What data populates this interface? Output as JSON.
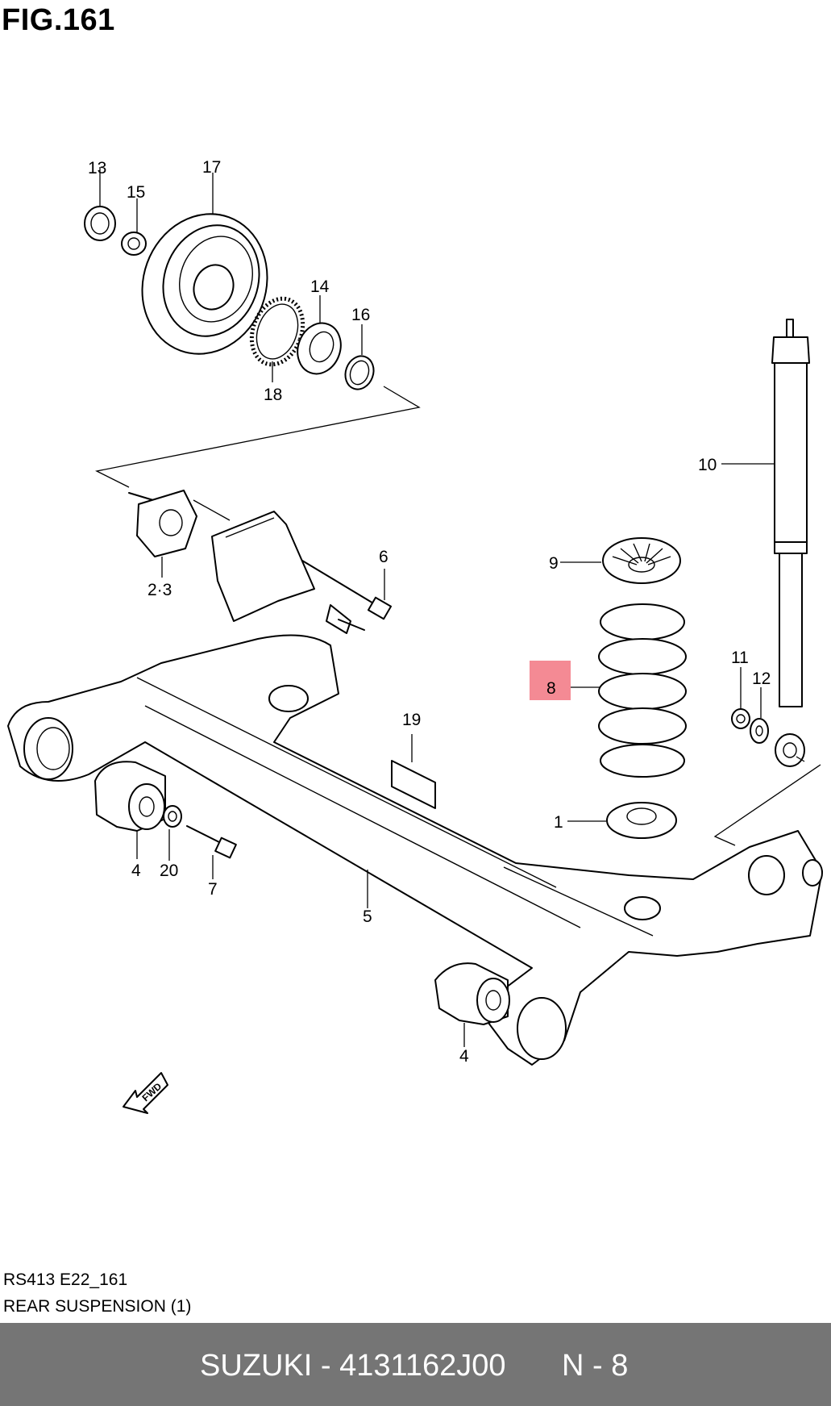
{
  "figure": {
    "title": "FIG.161"
  },
  "callouts": {
    "c13": "13",
    "c17": "17",
    "c15": "15",
    "c14": "14",
    "c16": "16",
    "c18": "18",
    "c10": "10",
    "c2_3": "2·3",
    "c6": "6",
    "c9": "9",
    "c8": "8",
    "c11": "11",
    "c12": "12",
    "c19": "19",
    "c1": "1",
    "c4a": "4",
    "c20": "20",
    "c7": "7",
    "c5": "5",
    "c4b": "4"
  },
  "highlight": {
    "part": "8",
    "color": "#f48a94"
  },
  "fwd_label": "FWD",
  "caption": {
    "model_code": "RS413 E22_161",
    "section_name": "REAR SUSPENSION (1)"
  },
  "footer": {
    "part_number": "SUZUKI - 4131162J00",
    "position": "N - 8",
    "background": "#757575"
  }
}
